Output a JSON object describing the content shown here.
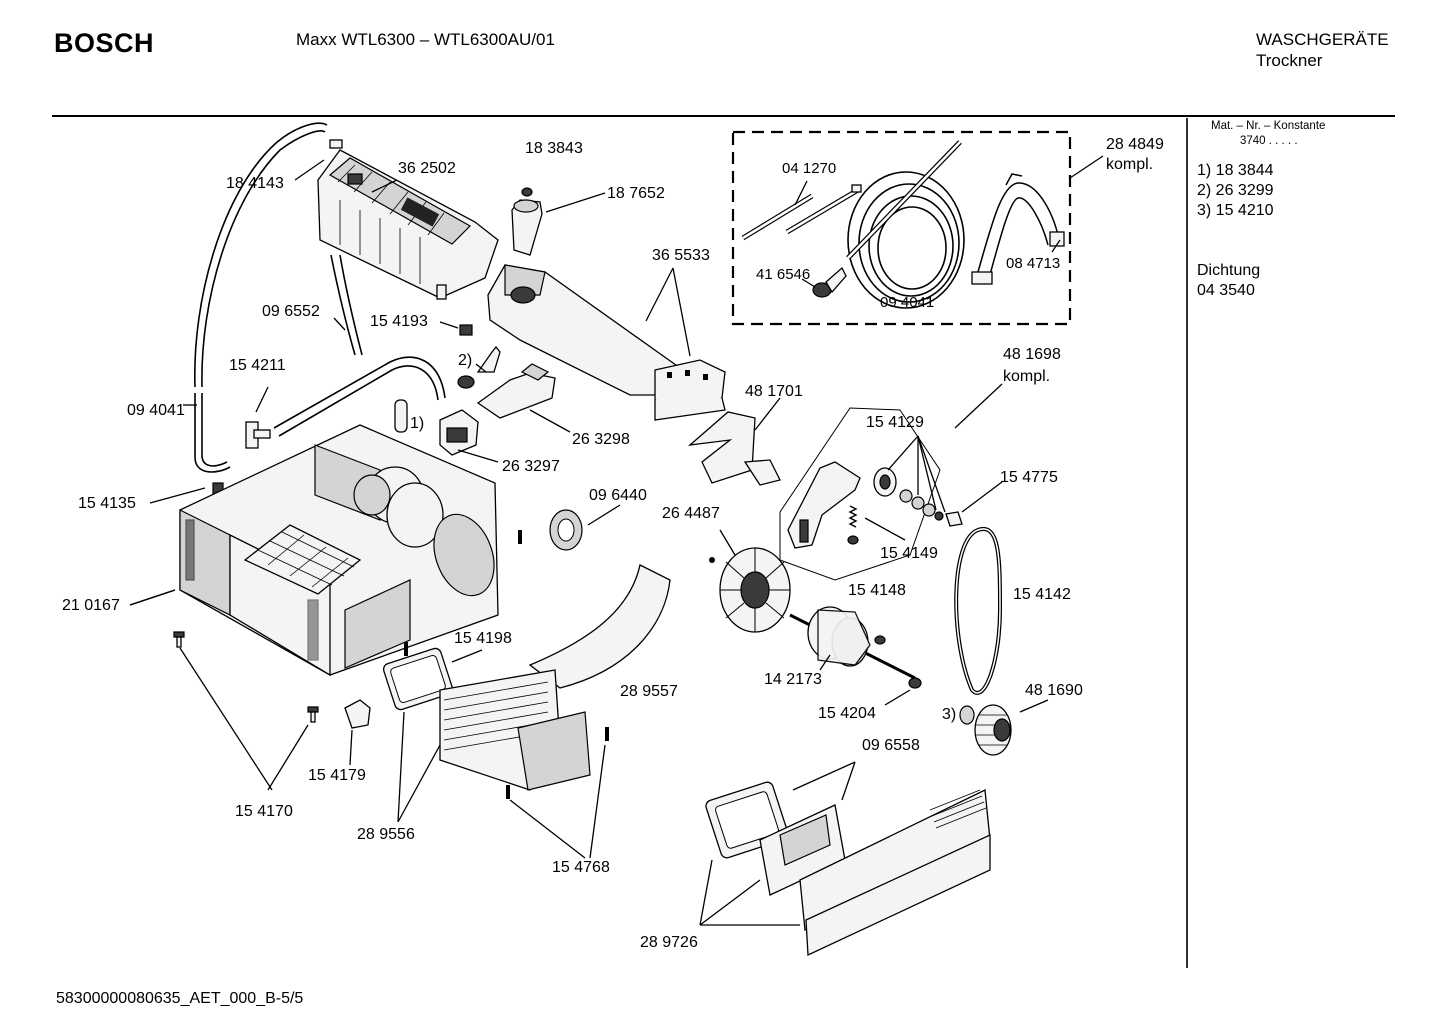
{
  "header": {
    "brand": "BOSCH",
    "model": "Maxx WTL6300 –  WTL6300AU/01",
    "category_line1": "WASCHGERÄTE",
    "category_line2": "Trockner"
  },
  "sidebar": {
    "mat_nr_title": "Mat. – Nr. – Konstante",
    "mat_nr_value": "3740 .  .  .  .  .",
    "variants": [
      "1) 18 3844",
      "2) 26 3299",
      "3) 15 4210"
    ],
    "seal_title": "Dichtung",
    "seal_value": "04 3540"
  },
  "kit": {
    "number": "28 4849",
    "suffix": "kompl.",
    "parts": [
      "04 1270",
      "41 6546",
      "09 4041",
      "08 4713"
    ]
  },
  "labels": {
    "p184143": "18 4143",
    "p362502": "36 2502",
    "p183843": "18 3843",
    "p187652": "18 7652",
    "p365533": "36 5533",
    "p096552": "09 6552",
    "p154193": "15 4193",
    "n2": "2)",
    "p154211": "15 4211",
    "p094041": "09 4041",
    "n1": "1)",
    "p263298": "26 3298",
    "p263297": "26 3297",
    "p481701": "48 1701",
    "p481698": "48 1698",
    "p481698b": "kompl.",
    "p154129": "15 4129",
    "p154775": "15 4775",
    "p154135": "15 4135",
    "p096440": "09 6440",
    "p264487": "26 4487",
    "p154149": "15 4149",
    "p154148": "15 4148",
    "p154142": "15 4142",
    "p210167": "21 0167",
    "p154198": "15 4198",
    "p289557": "28 9557",
    "p142173": "14 2173",
    "p154204": "15 4204",
    "p481690": "48 1690",
    "n3": "3)",
    "p154179": "15 4179",
    "p096558": "09 6558",
    "p154170": "15 4170",
    "p289556": "28 9556",
    "p154768": "15 4768",
    "p289726": "28 9726"
  },
  "footer": {
    "doc_id": "58300000080635_AET_000_B-5/5"
  }
}
